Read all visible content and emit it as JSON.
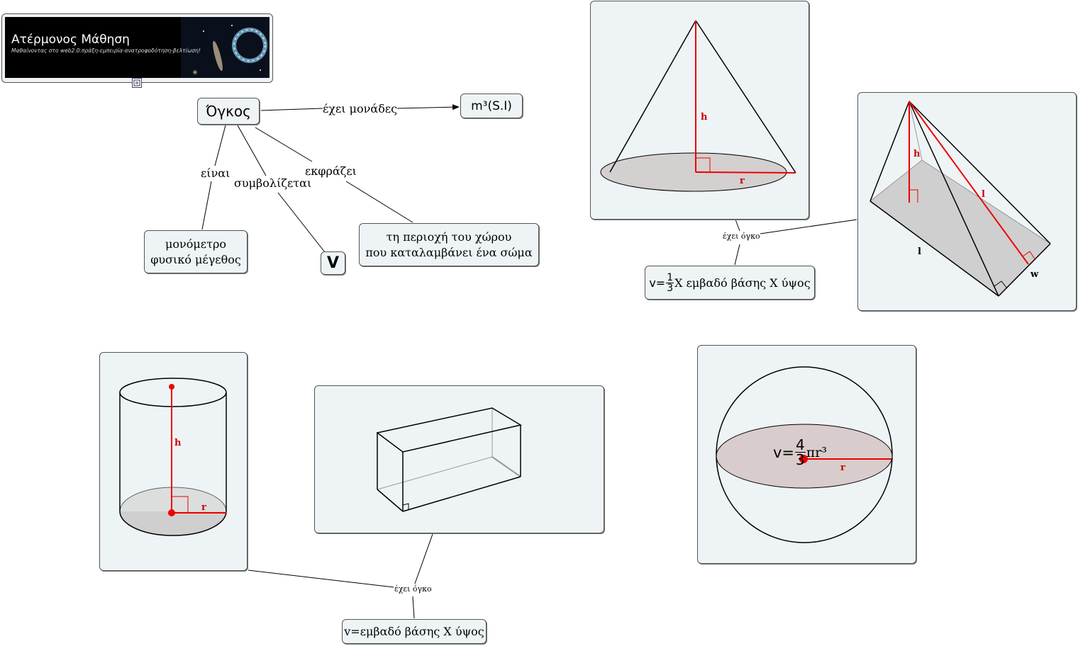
{
  "banner": {
    "title": "Ατέρμονος Μάθηση",
    "subtitle": "Μαθαίνοντας στο web2.0:πράξη-εμπειρία-ανατροφοδότηση-βελτίωση!"
  },
  "concepts": {
    "volume": "Όγκος",
    "units": "m³(S.I)",
    "magnitude_line1": "μονόμετρο",
    "magnitude_line2": "φυσικό μέγεθος",
    "symbol": "V",
    "definition_line1": "τη περιοχή του χώρου",
    "definition_line2": "που καταλαμβάνει ένα σώμα",
    "cone_formula_prefix": "v=",
    "cone_formula_num": "1",
    "cone_formula_den": "3",
    "cone_formula_rest": "Χ εμβαδό βάσης Χ ύψος",
    "prism_formula": "v=εμβαδό βάσης Χ ύψος"
  },
  "links": {
    "has_units": "έχει μονάδες",
    "is": "είναι",
    "symbolized": "συμβολίζεται",
    "expresses": "εκφράζει",
    "has_volume_top": "έχει όγκο",
    "has_volume_bottom": "έχει όγκο"
  },
  "figures": {
    "cone_h": "h",
    "cone_r": "r",
    "pyr_h": "h",
    "pyr_l1": "l",
    "pyr_l2": "l",
    "pyr_w": "w",
    "cyl_h": "h",
    "cyl_r": "r",
    "sphere_prefix": "v=",
    "sphere_num": "4",
    "sphere_den": "3",
    "sphere_rest": "πr³",
    "sphere_r": "r"
  }
}
